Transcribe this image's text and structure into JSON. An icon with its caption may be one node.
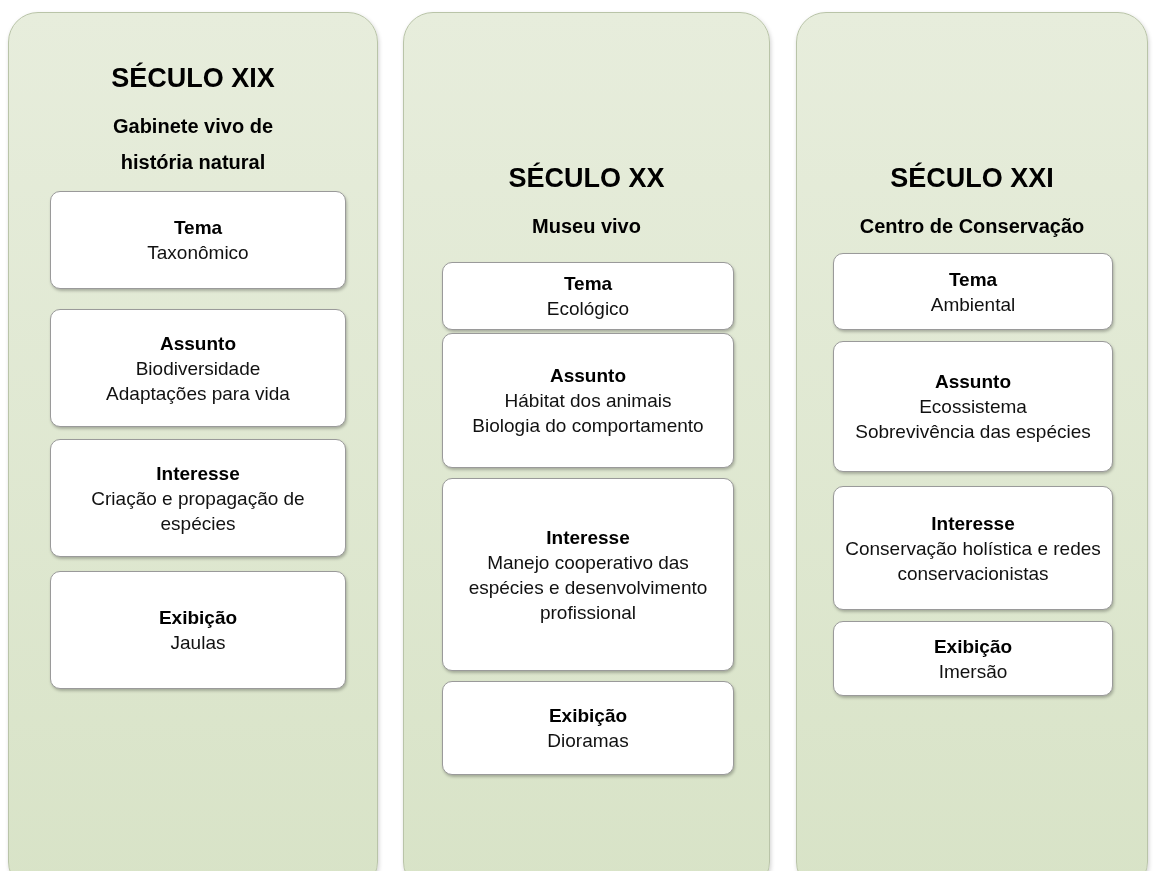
{
  "diagram": {
    "nodes": [
      {
        "text": [
          "SÉCULO XIX",
          "Gabinete vivo de história natural"
        ]
      },
      {
        "text": [
          "Tema",
          "Taxonômico"
        ],
        "in": 0
      },
      {
        "text": [
          "Assunto",
          "Biodiversidade",
          "Adaptações para vida"
        ],
        "in": 0
      },
      {
        "text": [
          "Interesse",
          "Criação e propagação de espécies"
        ],
        "in": 0
      },
      {
        "text": [
          "Exibição",
          "Jaulas"
        ],
        "in": 0
      },
      {
        "text": [
          "SÉCULO XX",
          "Museu vivo"
        ]
      },
      {
        "text": [
          "Tema",
          "Ecológico"
        ],
        "in": 5
      },
      {
        "text": [
          "Assunto",
          "Hábitat dos animais",
          "Biologia do comportamento"
        ],
        "in": 5
      },
      {
        "text": [
          "Interesse",
          "Manejo cooperativo das espécies e desenvolvimento profissional"
        ],
        "in": 5
      },
      {
        "text": [
          "Exibição",
          "Dioramas"
        ],
        "in": 5
      },
      {
        "text": [
          "SÉCULO XXI",
          "Centro de Conservação"
        ]
      },
      {
        "text": [
          "Tema",
          "Ambiental"
        ],
        "in": 10
      },
      {
        "text": [
          "Assunto",
          "Ecossistema",
          "Sobrevivência das espécies"
        ],
        "in": 10
      },
      {
        "text": [
          "Interesse",
          "Conservação holística e redes conservacionistas"
        ],
        "in": 10
      },
      {
        "text": [
          "Exibição",
          "Imersão"
        ],
        "in": 10
      }
    ]
  }
}
